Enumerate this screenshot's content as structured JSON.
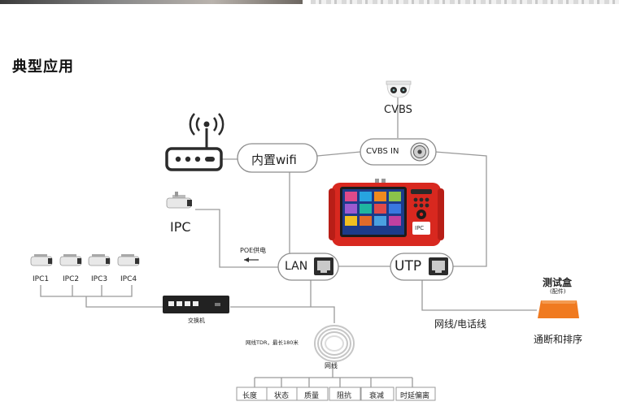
{
  "heading": "典型应用",
  "nodes": {
    "cvbs_camera_label": "CVBS",
    "cvbs_in": "CVBS IN",
    "wifi": "内置wifi",
    "ipc": "IPC",
    "poe": "POE供电",
    "lan": "LAN",
    "utp": "UTP",
    "switch_label": "交换机",
    "tdr_note": "网线TDR，最长180米",
    "cable_label": "网线",
    "phone_line": "网线/电话线",
    "test_box_title": "测试盒",
    "test_box_sub": "(配件)",
    "test_box_desc": "通断和排序",
    "device_brand": "IPC"
  },
  "ipc_cameras": [
    "IPC1",
    "IPC2",
    "IPC3",
    "IPC4"
  ],
  "results": [
    "长度",
    "状态",
    "质量",
    "阻抗",
    "衰减",
    "时延偏离"
  ],
  "colors": {
    "line": "#9a9a9a",
    "device_red": "#d8281f",
    "test_box": "#f07a20",
    "router": "#2b2b2b"
  }
}
